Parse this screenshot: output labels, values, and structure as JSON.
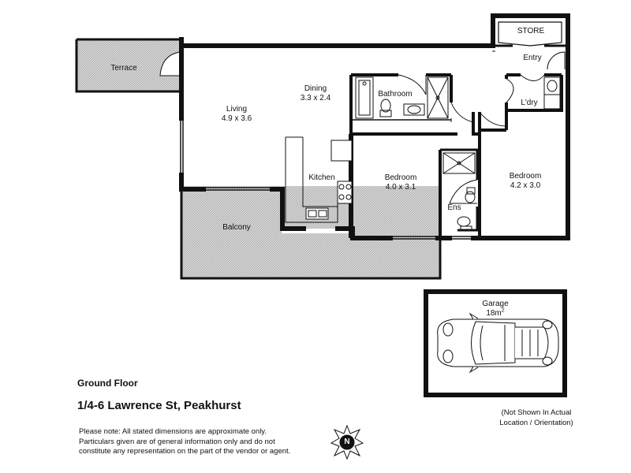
{
  "rooms": {
    "terrace": {
      "name": "Terrace"
    },
    "store": {
      "name": "STORE"
    },
    "entry": {
      "name": "Entry"
    },
    "dining": {
      "name": "Dining",
      "size": "3.3 x 2.4"
    },
    "living": {
      "name": "Living",
      "size": "4.9 x 3.6"
    },
    "bathroom": {
      "name": "Bathroom"
    },
    "laundry": {
      "name": "L'dry"
    },
    "kitchen": {
      "name": "Kitchen"
    },
    "bedroom1": {
      "name": "Bedroom",
      "size": "4.0 x 3.1"
    },
    "bedroom2": {
      "name": "Bedroom",
      "size": "4.2 x 3.0"
    },
    "ensuite": {
      "name": "Ens"
    },
    "balcony": {
      "name": "Balcony"
    },
    "garage": {
      "name": "Garage",
      "area": "18m",
      "area_sup": "2"
    }
  },
  "floor_label": "Ground Floor",
  "address": "1/4-6 Lawrence St, Peakhurst",
  "garage_note_line1": "(Not Shown In Actual",
  "garage_note_line2": "Location / Orientation)",
  "disclaimer": {
    "line1": "Please note: All stated dimensions are approximate only.",
    "line2": "Particulars given are of general information only and do not",
    "line3": "constitute any representation on the part of the vendor or agent."
  },
  "compass": {
    "letter": "N"
  },
  "colors": {
    "wall": "#111111",
    "hatch": "#888888",
    "paper": "#ffffff"
  }
}
